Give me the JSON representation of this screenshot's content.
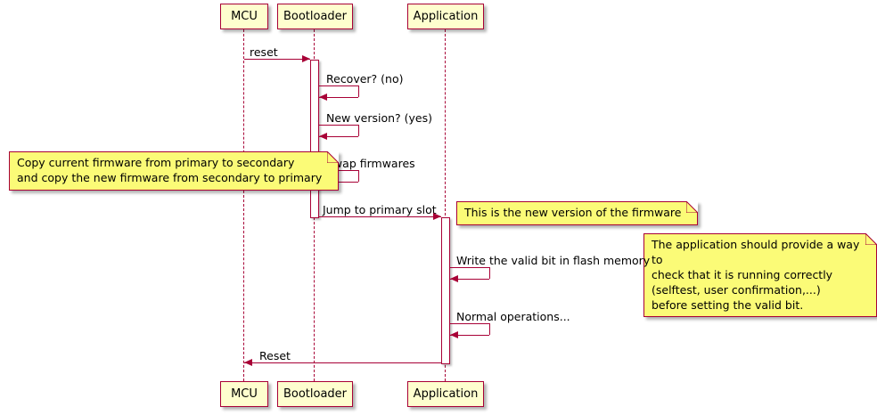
{
  "participants": [
    {
      "label": "MCU"
    },
    {
      "label": "Bootloader"
    },
    {
      "label": "Application"
    }
  ],
  "messages": {
    "reset": "reset",
    "recover": "Recover? (no)",
    "new_version": "New version? (yes)",
    "swap": "Swap firmwares",
    "jump": "Jump to primary slot",
    "write_valid_bit": "Write the valid bit in flash memory",
    "normal_operations": "Normal operations...",
    "reset_return": "Reset"
  },
  "notes": {
    "copy_firmware": "Copy current firmware from primary to secondary\nand copy the new firmware from secondary to primary",
    "new_firmware_version": "This is the new version of the firmware",
    "valid_bit_check": "The application should provide a way to\ncheck that it is running correctly\n(selftest, user confirmation,...)\nbefore setting the valid bit."
  },
  "colors": {
    "line": "#A80036",
    "participant_fill": "#FEFECE",
    "note_fill": "#FBFB77",
    "text": "#000000",
    "background": "#FFFFFF"
  }
}
